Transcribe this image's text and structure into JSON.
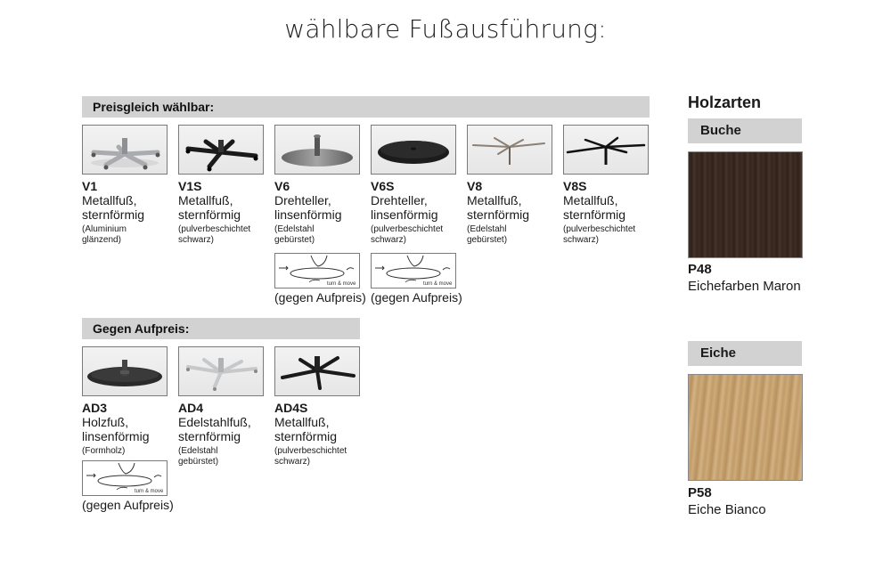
{
  "title": "wählbare Fußausführung:",
  "section_standard": {
    "label": "Preisgleich wählbar:",
    "items": [
      {
        "code": "V1",
        "line1": "Metallfuß,",
        "line2": "sternförmig",
        "note1": "(Aluminium",
        "note2": "glänzend)",
        "extra": ""
      },
      {
        "code": "V1S",
        "line1": "Metallfuß,",
        "line2": "sternförmig",
        "note1": "(pulverbeschichtet",
        "note2": "schwarz)",
        "extra": ""
      },
      {
        "code": "V6",
        "line1": "Drehteller,",
        "line2": "linsenförmig",
        "note1": "(Edelstahl",
        "note2": "gebürstet)",
        "extra": "(gegen Aufpreis)"
      },
      {
        "code": "V6S",
        "line1": "Drehteller,",
        "line2": "linsenförmig",
        "note1": "(pulverbeschichtet",
        "note2": "schwarz)",
        "extra": "(gegen Aufpreis)"
      },
      {
        "code": "V8",
        "line1": "Metallfuß,",
        "line2": "sternförmig",
        "note1": "(Edelstahl",
        "note2": "gebürstet)",
        "extra": ""
      },
      {
        "code": "V8S",
        "line1": "Metallfuß,",
        "line2": "sternförmig",
        "note1": "(pulverbeschichtet",
        "note2": "schwarz)",
        "extra": ""
      }
    ]
  },
  "section_surcharge": {
    "label": "Gegen Aufpreis:",
    "items": [
      {
        "code": "AD3",
        "line1": "Holzfuß,",
        "line2": "linsenförmig",
        "note1": "(Formholz)",
        "note2": "",
        "extra": "(gegen Aufpreis)"
      },
      {
        "code": "AD4",
        "line1": "Edelstahlfuß,",
        "line2": "sternförmig",
        "note1": "(Edelstahl",
        "note2": "gebürstet)",
        "extra": ""
      },
      {
        "code": "AD4S",
        "line1": "Metallfuß,",
        "line2": "sternförmig",
        "note1": "(pulverbeschichtet",
        "note2": "schwarz)",
        "extra": ""
      }
    ]
  },
  "turn_label": "turn & move",
  "wood": {
    "heading": "Holzarten",
    "types": [
      {
        "name": "Buche",
        "code": "P48",
        "finish": "Eichefarben Maron",
        "color": "#3a2a1f"
      },
      {
        "name": "Eiche",
        "code": "P58",
        "finish": "Eiche Bianco",
        "color": "#c9a574"
      }
    ]
  },
  "icons": {
    "V1": "aluminium-star-base-icon",
    "V1S": "black-star-base-icon",
    "V6": "steel-disc-base-icon",
    "V6S": "black-disc-base-icon",
    "V8": "steel-thin-star-base-icon",
    "V8S": "black-thin-star-base-icon",
    "AD3": "wood-disc-base-icon",
    "AD4": "steel-star-base-icon",
    "AD4S": "black-cross-base-icon"
  }
}
